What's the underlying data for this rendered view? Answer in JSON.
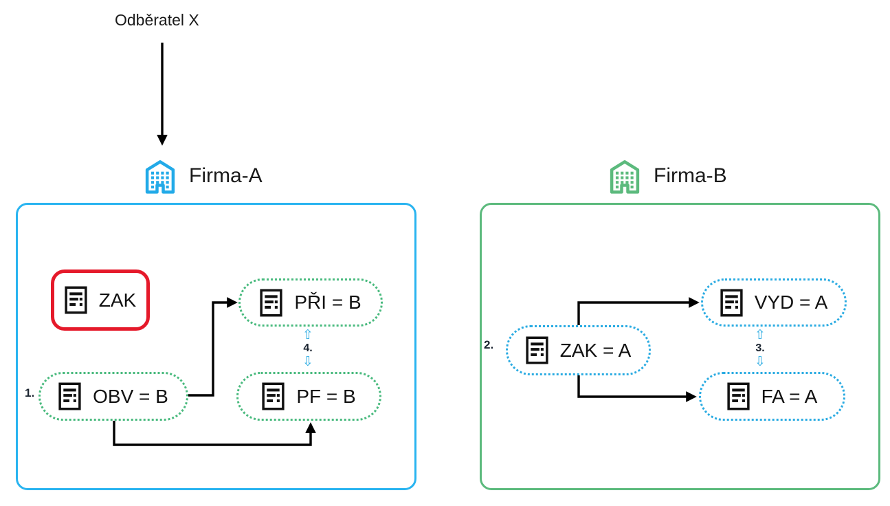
{
  "colors": {
    "firma_a_accent": "#29b4f0",
    "firma_a_dotted_blue": "#2aabe2",
    "firma_b_accent": "#5cba7d",
    "firma_b_dotted_green": "#49ba7e",
    "zak_highlight_red": "#e5192a",
    "connector_black": "#000000"
  },
  "external_entity": {
    "label": "Odběratel X"
  },
  "firma_a": {
    "name": "Firma-A",
    "step1_label": "1.",
    "step4_label": "4.",
    "nodes": {
      "zak": {
        "label": "ZAK"
      },
      "pri": {
        "label": "PŘI = B"
      },
      "obv": {
        "label": "OBV = B"
      },
      "pf": {
        "label": "PF = B"
      }
    }
  },
  "firma_b": {
    "name": "Firma-B",
    "step2_label": "2.",
    "step3_label": "3.",
    "nodes": {
      "zak": {
        "label": "ZAK = A"
      },
      "vyd": {
        "label": "VYD = A"
      },
      "fa": {
        "label": "FA = A"
      }
    }
  },
  "sync_arrows": {
    "up": "⇧",
    "down": "⇩"
  }
}
